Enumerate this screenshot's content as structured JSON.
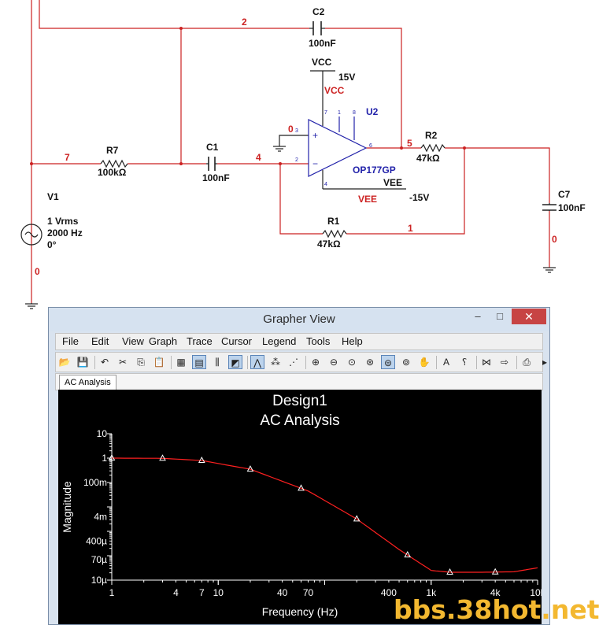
{
  "schematic": {
    "nodes": {
      "n0_a": "0",
      "n0_b": "0",
      "n0_c": "0",
      "n1": "1",
      "n2": "2",
      "n4": "4",
      "n5": "5",
      "n7": "7"
    },
    "C2": {
      "ref": "C2",
      "value": "100nF"
    },
    "C1": {
      "ref": "C1",
      "value": "100nF"
    },
    "C7": {
      "ref": "C7",
      "value": "100nF"
    },
    "R7": {
      "ref": "R7",
      "value": "100kΩ"
    },
    "R2": {
      "ref": "R2",
      "value": "47kΩ"
    },
    "R1": {
      "ref": "R1",
      "value": "47kΩ"
    },
    "U2": {
      "ref": "U2",
      "model": "OP177GP",
      "pins": {
        "p3": "3",
        "p2": "2",
        "p6": "6",
        "p4": "4",
        "p7": "7",
        "p1": "1",
        "p8": "8"
      }
    },
    "VCC": {
      "label": "VCC",
      "value": "15V",
      "net": "VCC"
    },
    "VEE": {
      "label": "VEE",
      "value": "-15V",
      "net": "VEE"
    },
    "V1": {
      "ref": "V1",
      "amplitude": "1 Vrms",
      "freq": "2000 Hz",
      "phase": "0°"
    }
  },
  "window": {
    "title": "Grapher View",
    "minimize_icon": "minimize-icon",
    "maximize_icon": "maximize-icon",
    "close_icon": "close-icon",
    "btn_min": "–",
    "btn_max": "□",
    "btn_close": "✕",
    "menu": [
      "File",
      "Edit",
      "View",
      "Graph",
      "Trace",
      "Cursor",
      "Legend",
      "Tools",
      "Help"
    ],
    "toolbar": [
      {
        "name": "open-icon",
        "glyph": "📂"
      },
      {
        "name": "save-icon",
        "glyph": "💾"
      },
      {
        "name": "undo-icon",
        "glyph": "↶"
      },
      {
        "name": "cut-icon",
        "glyph": "✂"
      },
      {
        "name": "copy-icon",
        "glyph": "⎘"
      },
      {
        "name": "paste-icon",
        "glyph": "📋"
      },
      {
        "name": "grid-icon",
        "glyph": "▦"
      },
      {
        "name": "legend-icon",
        "glyph": "▤"
      },
      {
        "name": "cursors-icon",
        "glyph": "⫼"
      },
      {
        "name": "invert-colors-icon",
        "glyph": "◩"
      },
      {
        "name": "show-lines-icon",
        "glyph": "⋀"
      },
      {
        "name": "show-markers-icon",
        "glyph": "⁂"
      },
      {
        "name": "lines-markers-icon",
        "glyph": "⋰"
      },
      {
        "name": "zoom-in-icon",
        "glyph": "⊕"
      },
      {
        "name": "zoom-out-icon",
        "glyph": "⊖"
      },
      {
        "name": "zoom-full-icon",
        "glyph": "⊙"
      },
      {
        "name": "zoom-x-icon",
        "glyph": "⊛"
      },
      {
        "name": "zoom-y-icon",
        "glyph": "⊜"
      },
      {
        "name": "zoom-area-icon",
        "glyph": "⊚"
      },
      {
        "name": "pan-icon",
        "glyph": "✋"
      },
      {
        "name": "text-tool-icon",
        "glyph": "A"
      },
      {
        "name": "marker-tool-icon",
        "glyph": "⸮"
      },
      {
        "name": "trace-properties-icon",
        "glyph": "⋈"
      },
      {
        "name": "export-icon",
        "glyph": "⇨"
      },
      {
        "name": "print-preview-icon",
        "glyph": "⎙"
      },
      {
        "name": "more-icon",
        "glyph": "▸"
      }
    ],
    "tab": "AC Analysis"
  },
  "chart_data": {
    "type": "line",
    "title": "Design1",
    "subtitle": "AC Analysis",
    "xlabel": "Frequency (Hz)",
    "ylabel": "Magnitude",
    "xscale": "log",
    "yscale": "log",
    "xlim": [
      1,
      10000
    ],
    "ylim": [
      1e-05,
      10
    ],
    "x_ticks": [
      {
        "v": 1,
        "l": "1"
      },
      {
        "v": 4,
        "l": "4"
      },
      {
        "v": 7,
        "l": "7"
      },
      {
        "v": 10,
        "l": "10"
      },
      {
        "v": 40,
        "l": "40"
      },
      {
        "v": 70,
        "l": "70"
      },
      {
        "v": 400,
        "l": "400"
      },
      {
        "v": 1000,
        "l": "1k"
      },
      {
        "v": 4000,
        "l": "4k"
      },
      {
        "v": 10000,
        "l": "10k"
      }
    ],
    "y_ticks": [
      {
        "v": 10,
        "l": "10"
      },
      {
        "v": 1,
        "l": "1"
      },
      {
        "v": 0.1,
        "l": "100m"
      },
      {
        "v": 0.004,
        "l": "4m"
      },
      {
        "v": 0.0004,
        "l": "400µ"
      },
      {
        "v": 7e-05,
        "l": "70µ"
      },
      {
        "v": 1e-05,
        "l": "10µ"
      }
    ],
    "grid": false,
    "background": "#000000",
    "foreground": "#ffffff",
    "series": [
      {
        "color": "#ff2020",
        "x": [
          1,
          3,
          7,
          20,
          70,
          200,
          500,
          1000,
          1500,
          3000,
          6000,
          10000
        ],
        "y": [
          1.0,
          0.98,
          0.8,
          0.35,
          0.045,
          0.0032,
          0.00018,
          2.5e-05,
          2.1e-05,
          2.1e-05,
          2.2e-05,
          3.2e-05
        ],
        "markers_x": [
          1,
          3,
          7,
          20,
          60,
          200,
          600,
          1500,
          4000
        ]
      }
    ]
  },
  "watermark": "bbs.38hot.net"
}
